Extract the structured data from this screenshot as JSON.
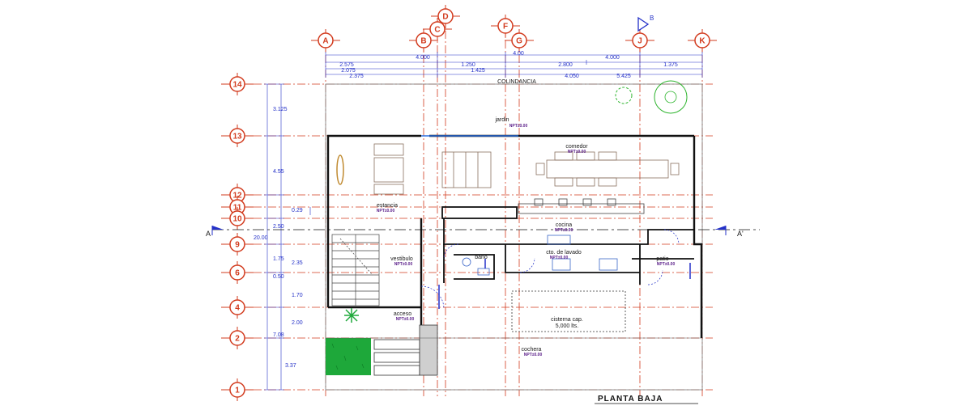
{
  "title": "PLANTA BAJA",
  "north_label": "B",
  "colindancia": "COLINDANCIA",
  "section_labels": [
    "A",
    "A'"
  ],
  "top_axes": [
    "A",
    "B",
    "C",
    "D",
    "F",
    "G",
    "J",
    "K"
  ],
  "left_axes": [
    "14",
    "13",
    "12",
    "11",
    "10",
    "9",
    "6",
    "4",
    "2",
    "1"
  ],
  "top_dims": [
    "4.000",
    "4.00",
    "2.575",
    "1.250",
    "2.800",
    "4.000",
    "1.375",
    "2.075",
    "1.425",
    "2.375",
    "4.050",
    "5.425"
  ],
  "left_dims": [
    "3.125",
    "4.55",
    "0.29",
    "2.50",
    "20.00",
    "1.75",
    "2.35",
    "0.50",
    "1.70",
    "2.00",
    "7.08",
    "3.37"
  ],
  "rooms": [
    {
      "name": "jardin",
      "tag": "NPT±0.00"
    },
    {
      "name": "comedor",
      "tag": "NPT±0.00"
    },
    {
      "name": "estancia",
      "tag": "NPT±0.00"
    },
    {
      "name": "cocina",
      "tag": "NPT±0.00"
    },
    {
      "name": "vestibulo",
      "tag": "NPT±0.00"
    },
    {
      "name": "baño",
      "tag": ""
    },
    {
      "name": "cto. de lavado",
      "tag": "NPT±0.00"
    },
    {
      "name": "patio",
      "tag": "NPT±0.00"
    },
    {
      "name": "acceso",
      "tag": "NPT±0.00"
    },
    {
      "name": "cochera",
      "tag": "NPT±0.00"
    }
  ],
  "cistern_label": "cisterna cap.",
  "cistern_capacity": "5,000 lts.",
  "colors": {
    "axis": "#d23b1e",
    "dimension": "#2431c8",
    "wall": "#111111",
    "grass": "#1ea83a",
    "plant": "#2fb52f"
  }
}
